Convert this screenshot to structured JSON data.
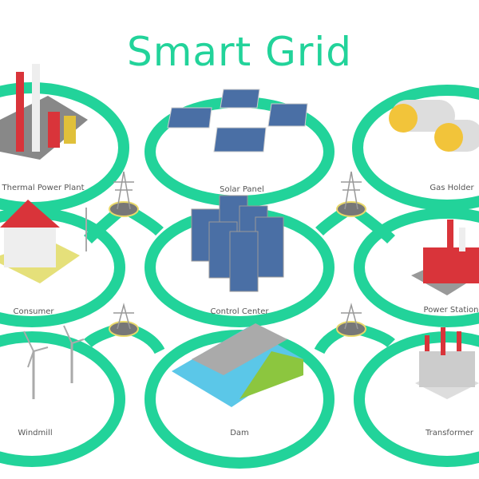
{
  "title": "Smart Grid",
  "colors": {
    "accent": "#22d39a",
    "roof": "#d9343a",
    "panel": "#4a6fa5"
  },
  "nodes": [
    {
      "label": "Thermal Power Plant",
      "icon": "thermal-power-plant-icon"
    },
    {
      "label": "Solar Panel",
      "icon": "solar-panel-icon"
    },
    {
      "label": "Gas Holder",
      "icon": "gas-holder-icon"
    },
    {
      "label": "Consumer",
      "icon": "house-icon"
    },
    {
      "label": "Control Center",
      "icon": "server-icon"
    },
    {
      "label": "Power Station",
      "icon": "power-station-icon"
    },
    {
      "label": "Windmill",
      "icon": "windmill-icon"
    },
    {
      "label": "Dam",
      "icon": "dam-icon"
    },
    {
      "label": "Transformer",
      "icon": "transformer-icon"
    }
  ]
}
